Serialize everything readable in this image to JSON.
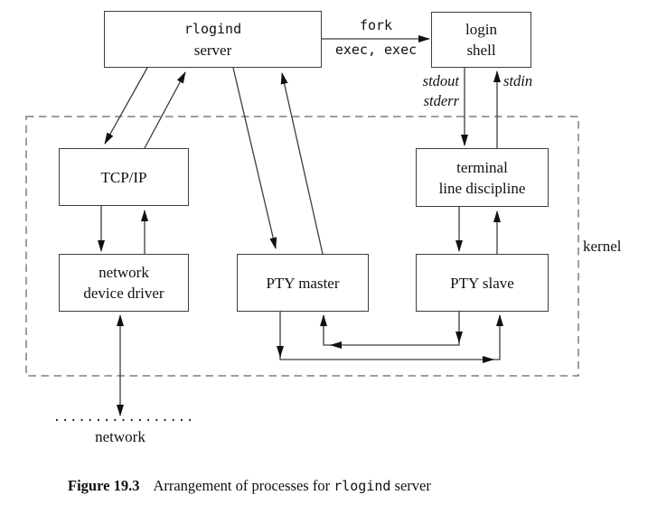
{
  "palette": {
    "line": "#3d3d3d",
    "arrowhead": "#111111",
    "box_border": "#3d3d3d",
    "dashed_border": "#7e7e7e",
    "text": "#111111",
    "background": "#ffffff"
  },
  "boxes": {
    "rlogind_server": {
      "line1": "rlogind",
      "line2": "server"
    },
    "login_shell": {
      "line1": "login",
      "line2": "shell"
    },
    "tcp_ip": {
      "label": "TCP/IP"
    },
    "network_device_driver": {
      "line1": "network",
      "line2": "device driver"
    },
    "pty_master": {
      "label": "PTY master"
    },
    "terminal_line_discipline": {
      "line1": "terminal",
      "line2": "line discipline"
    },
    "pty_slave": {
      "label": "PTY slave"
    }
  },
  "labels": {
    "fork": "fork",
    "exec": "exec, exec",
    "stdout": "stdout",
    "stderr": "stderr",
    "stdin": "stdin",
    "kernel": "kernel",
    "network": "network"
  },
  "caption": {
    "figure_number": "Figure 19.3",
    "text_before_code": "Arrangement of processes for",
    "code": "rlogind",
    "text_after_code": "server"
  },
  "edges": [
    {
      "from": "rlogind_server",
      "to": "login_shell",
      "label": "fork | exec, exec",
      "style": "arrow"
    },
    {
      "from": "rlogind_server",
      "to": "tcp_ip",
      "style": "arrow"
    },
    {
      "from": "tcp_ip",
      "to": "rlogind_server",
      "style": "arrow"
    },
    {
      "from": "rlogind_server",
      "to": "pty_master",
      "style": "arrow"
    },
    {
      "from": "pty_master",
      "to": "rlogind_server",
      "style": "arrow"
    },
    {
      "from": "login_shell",
      "to": "terminal_line_discipline",
      "label": "stdout stderr",
      "style": "arrow"
    },
    {
      "from": "terminal_line_discipline",
      "to": "login_shell",
      "label": "stdin",
      "style": "arrow"
    },
    {
      "from": "tcp_ip",
      "to": "network_device_driver",
      "style": "arrow"
    },
    {
      "from": "network_device_driver",
      "to": "tcp_ip",
      "style": "arrow"
    },
    {
      "from": "terminal_line_discipline",
      "to": "pty_slave",
      "style": "arrow"
    },
    {
      "from": "pty_slave",
      "to": "terminal_line_discipline",
      "style": "arrow"
    },
    {
      "from": "pty_master",
      "to": "pty_slave",
      "style": "elbow-arrow"
    },
    {
      "from": "pty_slave",
      "to": "pty_master",
      "style": "elbow-arrow"
    },
    {
      "from": "network_device_driver",
      "to": "network",
      "style": "double-arrow"
    }
  ],
  "regions": {
    "kernel_boundary": "dashed rectangle",
    "network_boundary": "dotted line"
  }
}
